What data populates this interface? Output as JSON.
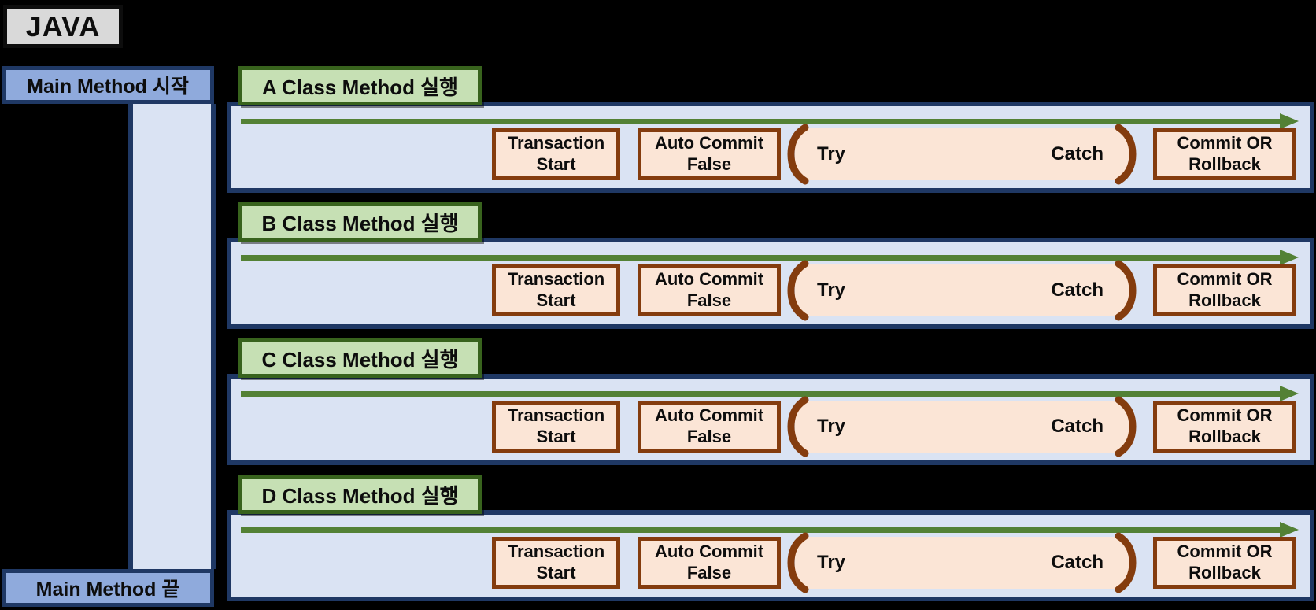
{
  "java_label": "JAVA",
  "main_method": {
    "start": "Main Method 시작",
    "end": "Main Method 끝"
  },
  "rows": [
    {
      "header": "A Class Method 실행",
      "transaction": "Transaction Start",
      "auto_commit": "Auto Commit False",
      "try_label": "Try",
      "catch_label": "Catch",
      "commit": "Commit OR Rollback"
    },
    {
      "header": "B Class Method 실행",
      "transaction": "Transaction Start",
      "auto_commit": "Auto Commit False",
      "try_label": "Try",
      "catch_label": "Catch",
      "commit": "Commit OR Rollback"
    },
    {
      "header": "C Class Method 실행",
      "transaction": "Transaction Start",
      "auto_commit": "Auto Commit False",
      "try_label": "Try",
      "catch_label": "Catch",
      "commit": "Commit OR Rollback"
    },
    {
      "header": "D Class Method 실행",
      "transaction": "Transaction Start",
      "auto_commit": "Auto Commit False",
      "try_label": "Try",
      "catch_label": "Catch",
      "commit": "Commit OR Rollback"
    }
  ],
  "colors": {
    "background": "#000000",
    "navy_border": "#1f3864",
    "main_method_fill": "#8faadc",
    "panel_fill": "#dae3f3",
    "header_fill": "#c6e0b4",
    "header_border": "#38631d",
    "arrow_green": "#538135",
    "peach_fill": "#fbe5d6",
    "brown_border": "#843c0e",
    "java_badge_fill": "#d9d9d9",
    "text": "#0d0d0d"
  }
}
